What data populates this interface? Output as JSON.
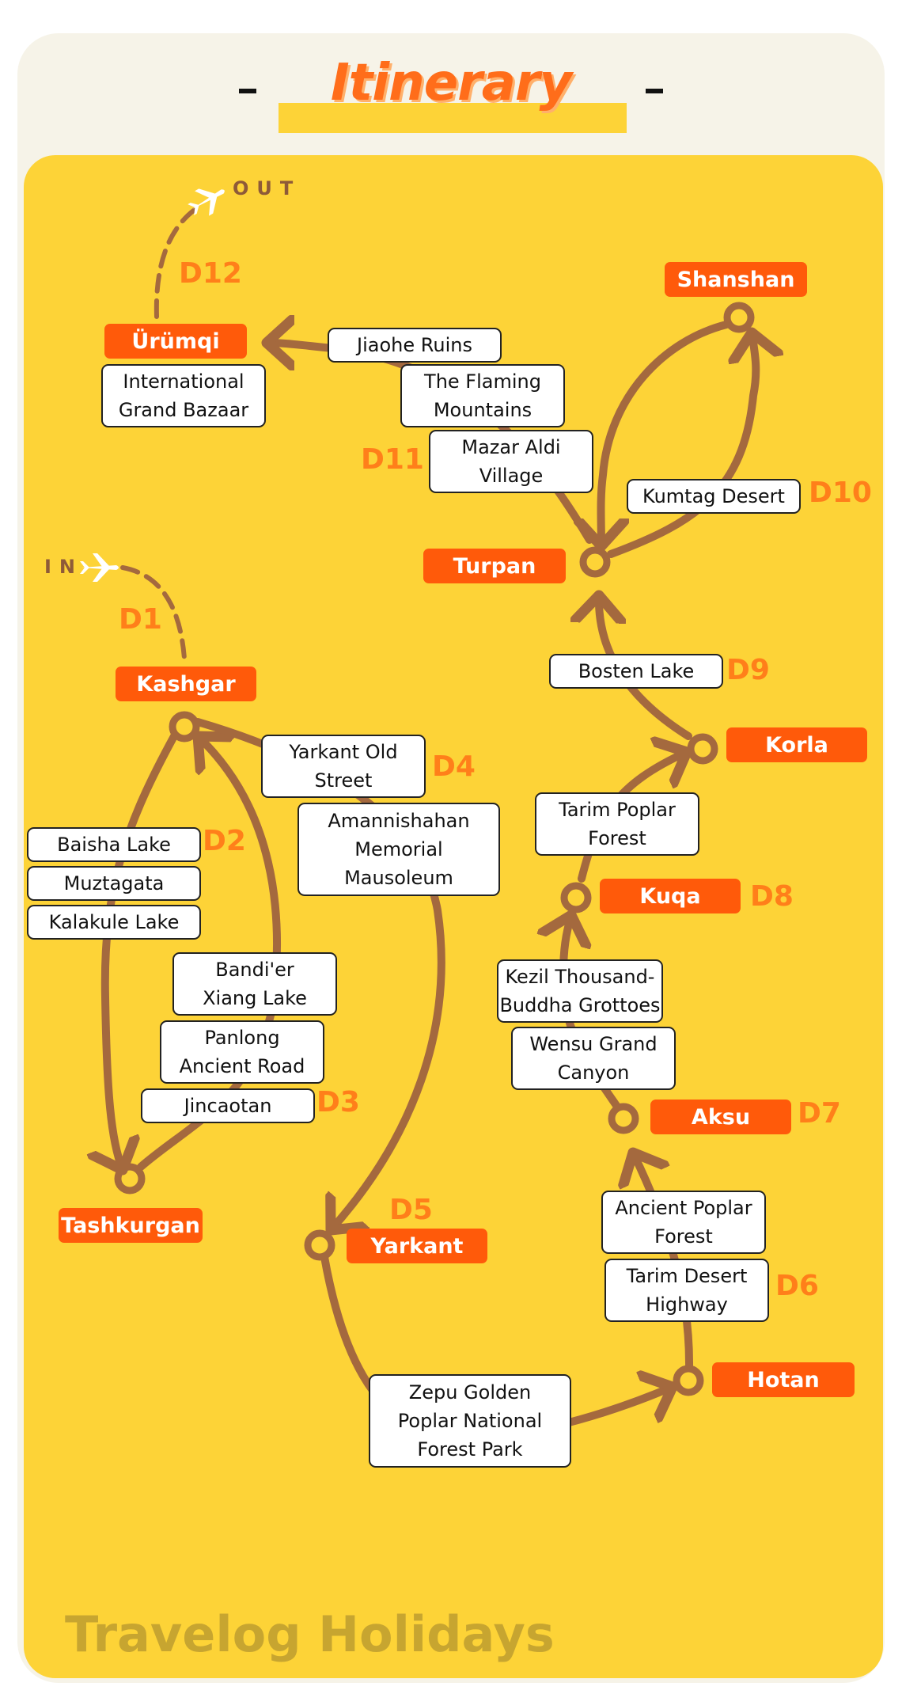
{
  "title": "Itinerary",
  "brand": "Travelog Holidays",
  "colors": {
    "route": "#a4693e",
    "node": "#ff5a0a",
    "day": "#ff7f1a",
    "panel": "#fdd337"
  },
  "flights": {
    "in": "IN",
    "out": "OUT"
  },
  "nodes": {
    "kashgar": "Kashgar",
    "tashkurgan": "Tashkurgan",
    "yarkant": "Yarkant",
    "hotan": "Hotan",
    "aksu": "Aksu",
    "kuqa": "Kuqa",
    "korla": "Korla",
    "turpan": "Turpan",
    "shanshan": "Shanshan",
    "urumqi": "Ürümqi"
  },
  "days": {
    "d1": "D1",
    "d2": "D2",
    "d3": "D3",
    "d4": "D4",
    "d5": "D5",
    "d6": "D6",
    "d7": "D7",
    "d8": "D8",
    "d9": "D9",
    "d10": "D10",
    "d11": "D11",
    "d12": "D12"
  },
  "attractions": {
    "baisha_lake": "Baisha Lake",
    "muztagata": "Muztagata",
    "kalakule_lake": "Kalakule Lake",
    "bandier_l1": "Bandi'er",
    "bandier_l2": "Xiang Lake",
    "panlong_l1": "Panlong",
    "panlong_l2": "Ancient Road",
    "jincaotan": "Jincaotan",
    "yarkant_street_l1": "Yarkant Old",
    "yarkant_street_l2": "Street",
    "amannishahan_l1": "Amannishahan",
    "amannishahan_l2": "Memorial",
    "amannishahan_l3": "Mausoleum",
    "zepu_l1": "Zepu Golden",
    "zepu_l2": "Poplar National",
    "zepu_l3": "Forest Park",
    "desert_highway_l1": "Tarim Desert",
    "desert_highway_l2": "Highway",
    "ancient_poplar_l1": "Ancient Poplar",
    "ancient_poplar_l2": "Forest",
    "wensu_l1": "Wensu Grand",
    "wensu_l2": "Canyon",
    "kezil_l1": "Kezil Thousand-",
    "kezil_l2": "Buddha Grottoes",
    "tarim_poplar_l1": "Tarim Poplar",
    "tarim_poplar_l2": "Forest",
    "bosten_lake": "Bosten Lake",
    "kumtag_desert": "Kumtag Desert",
    "mazar_l1": "Mazar Aldi",
    "mazar_l2": "Village",
    "flaming_l1": "The Flaming",
    "flaming_l2": "Mountains",
    "jiaohe_ruins": "Jiaohe Ruins",
    "bazaar_l1": "International",
    "bazaar_l2": "Grand Bazaar"
  }
}
